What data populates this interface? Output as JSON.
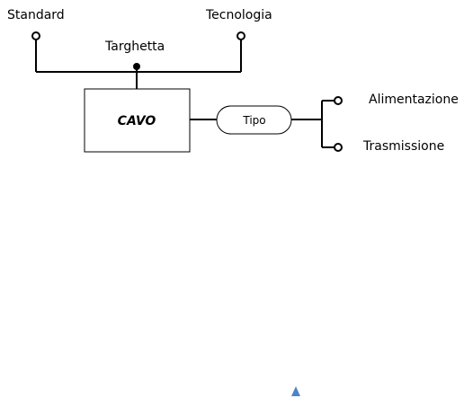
{
  "entity": {
    "name": "CAVO"
  },
  "composite_attribute": {
    "name": "Targhetta",
    "components": [
      "Standard",
      "Tecnologia"
    ]
  },
  "generalization": {
    "name": "Tipo",
    "subtypes": [
      "Alimentazione",
      "Trasmissione"
    ]
  },
  "colors": {
    "stroke": "#000000",
    "marker": "#4a86c8"
  },
  "icons": {
    "marker": "triangle-marker-icon"
  }
}
